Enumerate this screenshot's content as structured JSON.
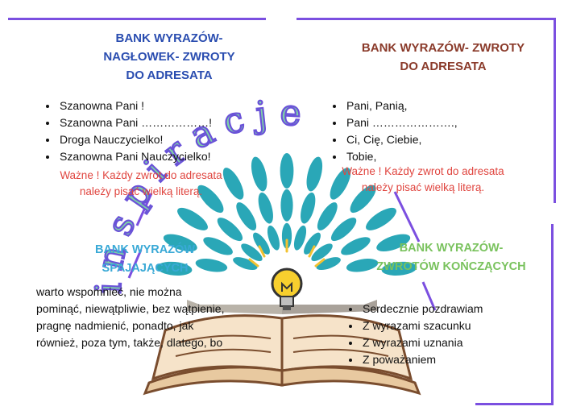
{
  "panels": {
    "top_left": {
      "title_lines": [
        "BANK WYRAZÓW-",
        "NAGŁOWEK- ZWROTY",
        "DO ADRESATA"
      ],
      "items": [
        "Szanowna Pani !",
        "Szanowna Pani ………………!",
        "Droga Nauczycielko!",
        "Szanowna Pani Nauczycielko!"
      ],
      "note_lines": [
        "Ważne ! Każdy zwrot do adresata",
        "należy pisać wielką literą."
      ]
    },
    "top_right": {
      "title_lines": [
        "BANK WYRAZÓW- ZWROTY",
        "DO ADRESATA"
      ],
      "items": [
        "Pani, Panią,",
        "Pani ………………….,",
        "Ci, Cię, Ciebie,",
        "Tobie,"
      ],
      "note_lines": [
        "Ważne ! Każdy zwrot do adresata",
        "należy pisać wielką literą."
      ]
    },
    "bottom_left": {
      "title_lines": [
        "BANK WYRAZÓW",
        "SPAJAJĄCYCH"
      ],
      "text_lines": [
        "warto wspomnieć, nie można",
        "pominąć, niewątpliwie, bez wątpienie,",
        "pragnę nadmienić, ponadto, jak",
        "również, poza tym, także, dlatego, bo"
      ]
    },
    "bottom_right": {
      "title_lines": [
        "BANK WYRAZÓW-",
        "ZWROTÓW KOŃCZĄCYCH"
      ],
      "items": [
        "Serdecznie pozdrawiam",
        "Z wyrazami szacunku",
        "Z wyrazami uznania",
        "Z poważaniem"
      ]
    }
  },
  "arc_word": "inspiracje",
  "colors": {
    "frame": "#7b4fe0",
    "title_blue": "#2a4db0",
    "title_brown": "#8a3a2a",
    "title_cyan": "#39a9d6",
    "title_green": "#79c25d",
    "note_red": "#e0453f",
    "leaf": "#2aa7b7",
    "arc_fill": "#7ed3a6",
    "arc_stroke": "#6a52d8"
  },
  "icons": [
    "lightbulb-icon",
    "open-book-icon",
    "leaf-tree-icon"
  ]
}
